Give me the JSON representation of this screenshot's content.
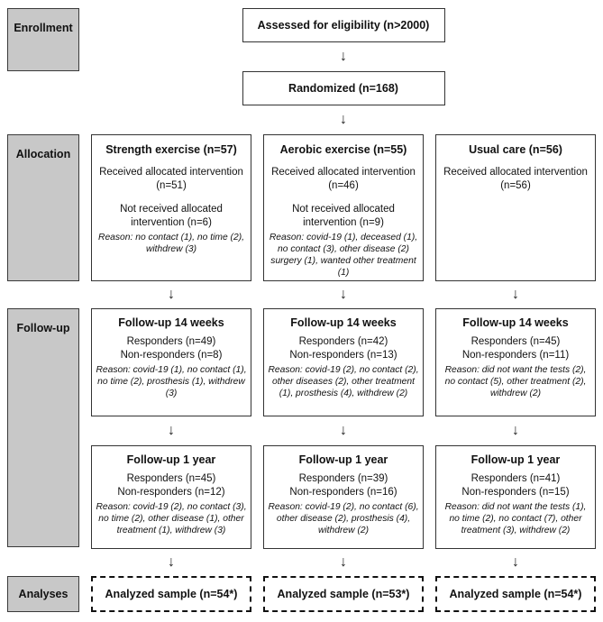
{
  "stages": {
    "enrollment": "Enrollment",
    "allocation": "Allocation",
    "followup": "Follow-up",
    "analyses": "Analyses"
  },
  "top": {
    "assessed": "Assessed for eligibility (n>2000)",
    "randomized": "Randomized (n=168)"
  },
  "glyphs": {
    "arrow_down": "↓"
  },
  "colors": {
    "label_box_fill": "#c8c8c8",
    "box_border": "#333333",
    "text": "#111111",
    "background": "#ffffff"
  },
  "arms": [
    {
      "allocation": {
        "title": "Strength exercise (n=57)",
        "received": "Received allocated intervention (n=51)",
        "not_received": "Not received allocated intervention (n=6)",
        "reason": "Reason: no contact (1), no time (2), withdrew (3)"
      },
      "followup_14_weeks": {
        "title": "Follow-up 14 weeks",
        "responders": "Responders (n=49)",
        "non_responders": "Non-responders (n=8)",
        "reason": "Reason: covid-19 (1), no contact (1), no time (2), prosthesis (1), withdrew (3)"
      },
      "followup_1_year": {
        "title": "Follow-up 1 year",
        "responders": "Responders (n=45)",
        "non_responders": "Non-responders (n=12)",
        "reason": "Reason: covid-19 (2), no contact (3), no time (2), other disease (1), other treatment (1), withdrew (3)"
      },
      "analyzed": "Analyzed sample (n=54*)"
    },
    {
      "allocation": {
        "title": "Aerobic exercise (n=55)",
        "received": "Received allocated intervention (n=46)",
        "not_received": "Not received allocated intervention (n=9)",
        "reason": "Reason: covid-19 (1), deceased (1), no contact (3), other disease (2) surgery (1), wanted other treatment (1)"
      },
      "followup_14_weeks": {
        "title": "Follow-up 14 weeks",
        "responders": "Responders (n=42)",
        "non_responders": "Non-responders (n=13)",
        "reason": "Reason: covid-19 (2), no contact (2), other diseases (2), other treatment (1), prosthesis (4), withdrew (2)"
      },
      "followup_1_year": {
        "title": "Follow-up 1 year",
        "responders": "Responders (n=39)",
        "non_responders": "Non-responders (n=16)",
        "reason": "Reason: covid-19 (2), no contact (6), other disease (2), prosthesis (4), withdrew (2)"
      },
      "analyzed": "Analyzed sample (n=53*)"
    },
    {
      "allocation": {
        "title": "Usual care (n=56)",
        "received": "Received allocated intervention (n=56)",
        "not_received": "",
        "reason": ""
      },
      "followup_14_weeks": {
        "title": "Follow-up 14 weeks",
        "responders": "Responders (n=45)",
        "non_responders": "Non-responders (n=11)",
        "reason": "Reason: did not want the tests (2), no contact (5), other treatment (2), withdrew (2)"
      },
      "followup_1_year": {
        "title": "Follow-up 1 year",
        "responders": "Responders (n=41)",
        "non_responders": "Non-responders (n=15)",
        "reason": "Reason: did not want the tests (1), no time (2), no contact (7), other treatment (3), withdrew (2)"
      },
      "analyzed": "Analyzed sample (n=54*)"
    }
  ]
}
